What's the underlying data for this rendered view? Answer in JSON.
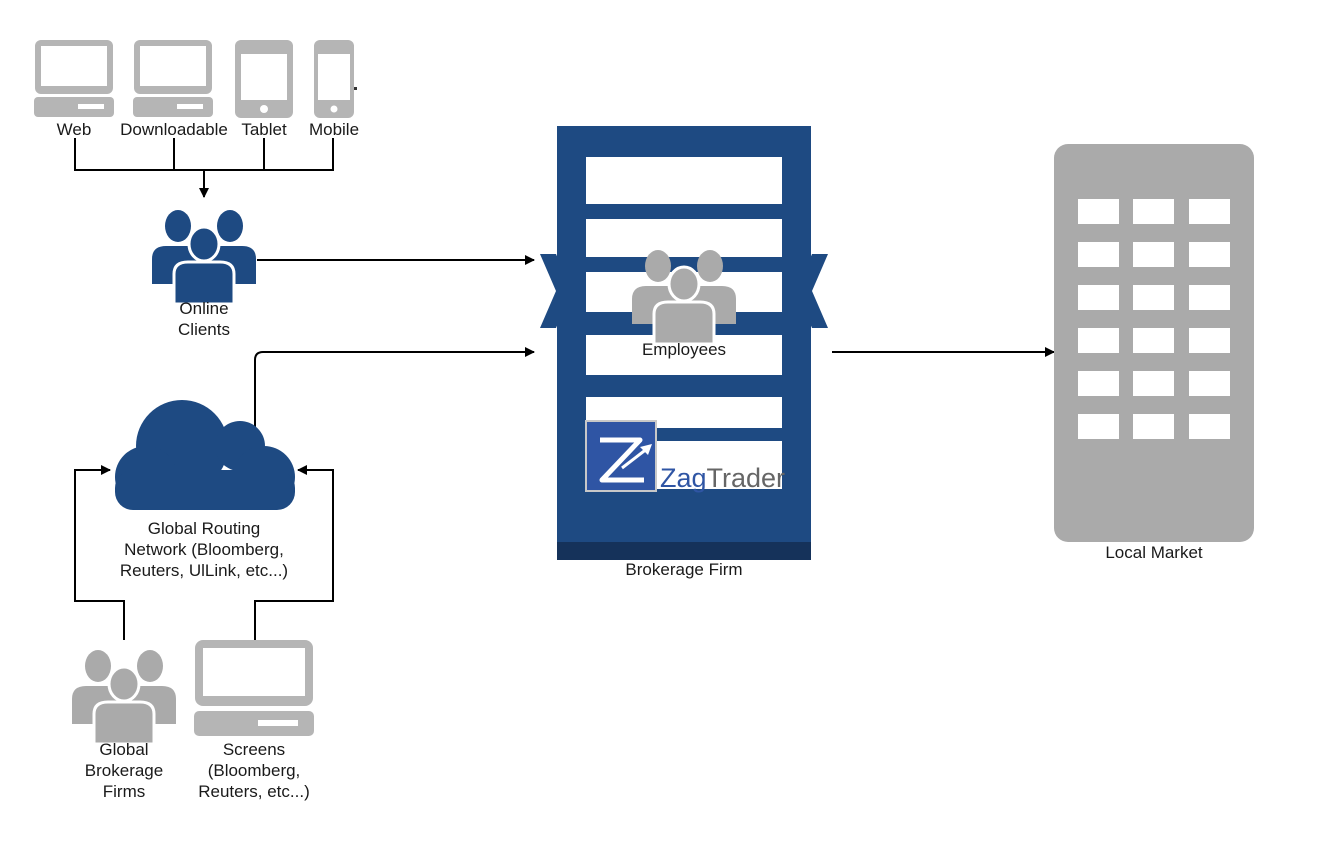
{
  "devices": [
    {
      "label": "Web",
      "icon": "laptop-icon"
    },
    {
      "label": "Downloadable",
      "icon": "laptop-icon"
    },
    {
      "label": "Tablet",
      "icon": "tablet-icon"
    },
    {
      "label": "Mobile",
      "icon": "mobile-phone-icon"
    }
  ],
  "online_clients": {
    "line1": "Online",
    "line2": "Clients",
    "icon": "users-group-icon"
  },
  "routing_network": {
    "line1": "Global Routing",
    "line2": "Network (Bloomberg,",
    "line3": "Reuters, UlLink, etc...)",
    "icon": "cloud-icon"
  },
  "global_brokerage": {
    "line1": "Global",
    "line2": "Brokerage",
    "line3": "Firms",
    "icon": "users-group-icon"
  },
  "screens": {
    "line1": "Screens",
    "line2": "(Bloomberg,",
    "line3": "Reuters, etc...)",
    "icon": "laptop-icon"
  },
  "brokerage_firm": {
    "label": "Brokerage Firm",
    "employees_label": "Employees",
    "logo_part1": "Zag",
    "logo_part2": "Trader"
  },
  "local_market": {
    "label": "Local Market",
    "icon": "building-icon"
  },
  "colors": {
    "navy": "#1e4a82",
    "dark_navy": "#15325a",
    "gray": "#aaaaaa",
    "light_gray": "#c4c4c4",
    "logo_blue": "#2f55a4",
    "logo_text_gray": "#666666"
  }
}
